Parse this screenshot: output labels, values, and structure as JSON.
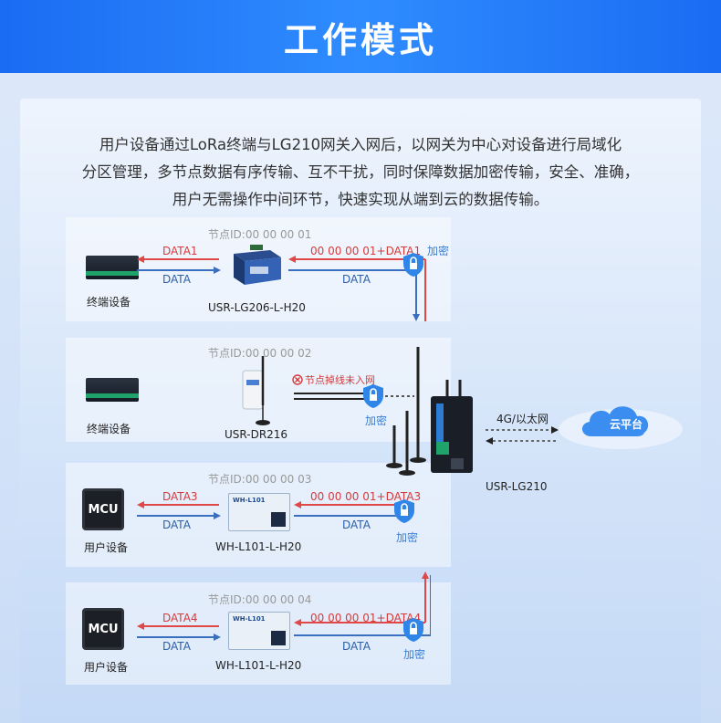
{
  "header": {
    "title": "工作模式"
  },
  "intro": {
    "line1": "用户设备通过LoRa终端与LG210网关入网后，以网关为中心对设备进行局域化",
    "line2": "分区管理，多节点数据有序传输、互不干扰，同时保障数据加密传输，安全、准确，",
    "line3": "用户无需操作中间环节，快速实现从端到云的数据传输。"
  },
  "rows": [
    {
      "node_id": "节点ID:00 00 00 01",
      "device_label": "终端设备",
      "left_top": "DATA1",
      "left_bottom": "DATA",
      "module_label": "USR-LG206-L-H20",
      "right_top": "00 00 00 01+DATA1",
      "right_bottom": "DATA",
      "encrypt": "加密"
    },
    {
      "node_id": "节点ID:00 00 00 02",
      "device_label": "终端设备",
      "module_label": "USR-DR216",
      "offline": "节点掉线未入网",
      "encrypt": "加密"
    },
    {
      "node_id": "节点ID:00 00 00 03",
      "device_label": "用户设备",
      "chip": "MCU",
      "left_top": "DATA3",
      "left_bottom": "DATA",
      "module_label": "WH-L101-L-H20",
      "right_top": "00 00 00 01+DATA3",
      "right_bottom": "DATA",
      "encrypt": "加密"
    },
    {
      "node_id": "节点ID:00 00 00 04",
      "device_label": "用户设备",
      "chip": "MCU",
      "left_top": "DATA4",
      "left_bottom": "DATA",
      "module_label": "WH-L101-L-H20",
      "right_top": "00 00 00 01+DATA4",
      "right_bottom": "DATA",
      "encrypt": "加密"
    }
  ],
  "module_print": "WH-L101",
  "gateway": {
    "label": "USR-LG210",
    "link": "4G/以太网"
  },
  "cloud": {
    "label": "云平台"
  },
  "colors": {
    "header": "#1a6cf2",
    "up": "#e04848",
    "down": "#3a6fbf",
    "shield": "#2f86e8"
  }
}
